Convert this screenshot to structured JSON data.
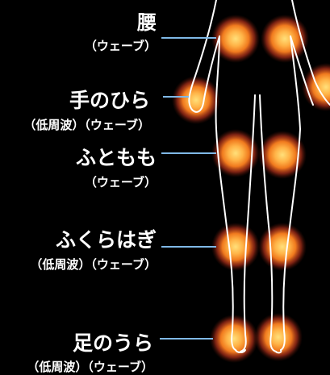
{
  "labels": {
    "waist": {
      "title": "腰",
      "sub": "（ウェーブ）"
    },
    "palm": {
      "title": "手のひら",
      "sub": "（低周波）（ウェーブ）"
    },
    "thigh": {
      "title": "ふともも",
      "sub": "（ウェーブ）"
    },
    "calf": {
      "title": "ふくらはぎ",
      "sub": "（低周波）（ウェーブ）"
    },
    "sole": {
      "title": "足のうら",
      "sub": "（低周波）（ウェーブ）"
    }
  },
  "colors": {
    "background": "#000000",
    "glow_core": "#ffd25a",
    "glow_mid": "#f07a1e",
    "glow_edge": "#b0301a",
    "leader_line": "#7fb8e6",
    "outline": "#ffffff"
  }
}
